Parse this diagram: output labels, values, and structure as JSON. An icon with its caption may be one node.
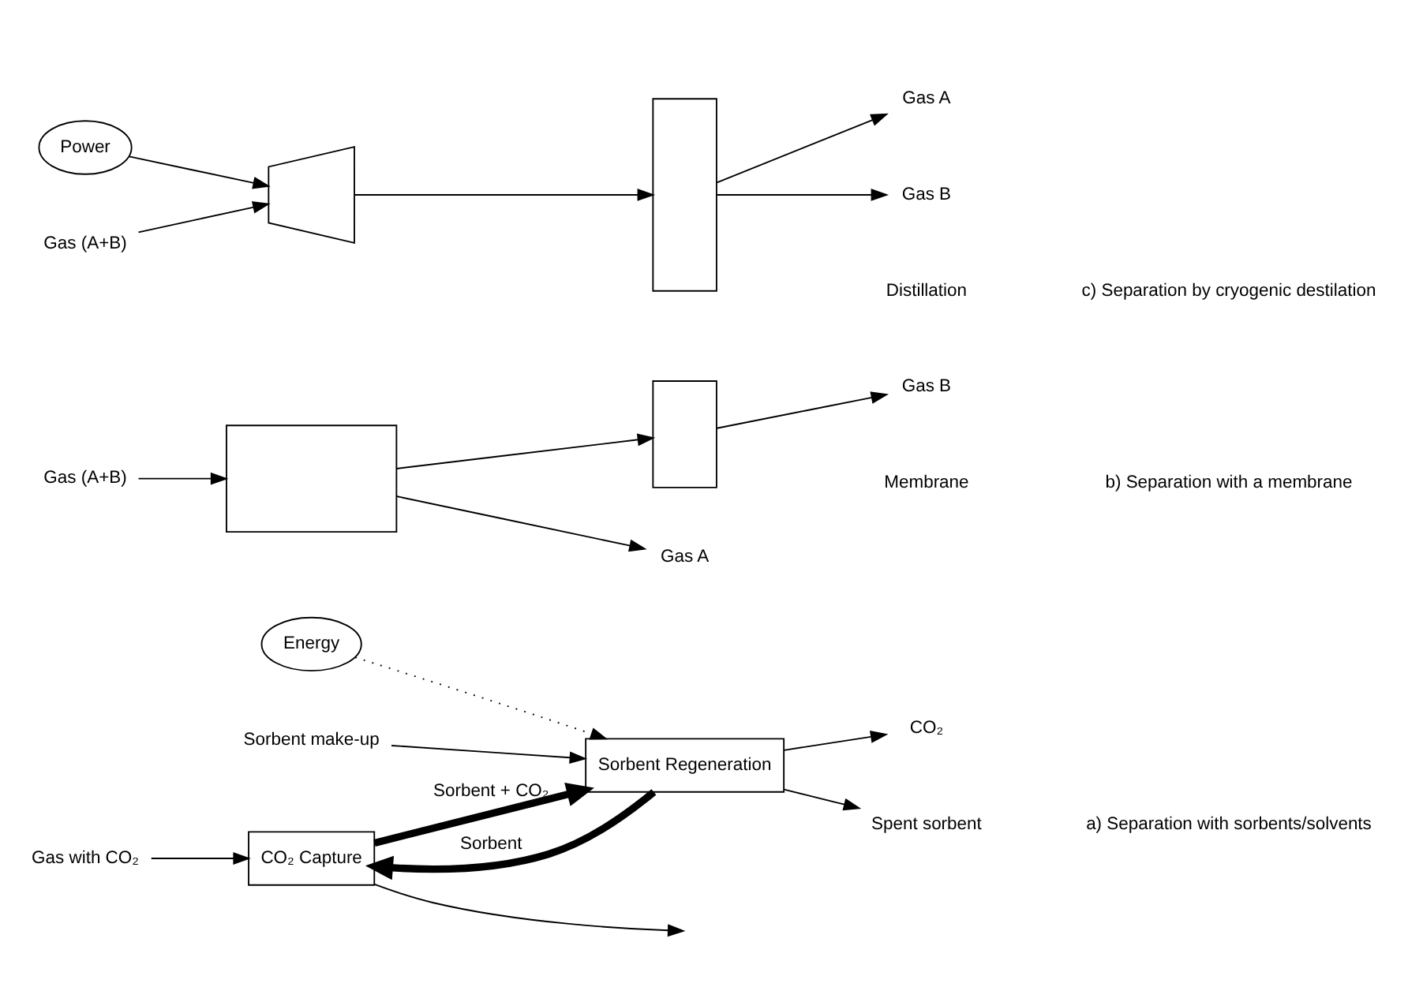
{
  "diagram": {
    "nodes": [
      {
        "text": [
          "CO₂ Capture"
        ]
      },
      {
        "text": [
          "Sorbent Regeneration"
        ]
      },
      {
        "text": [
          "Energy"
        ]
      },
      {
        "text": [
          "Gas with CO₂"
        ]
      },
      {
        "text": [
          "CO₂"
        ]
      },
      {
        "text": [
          "Sorbent make-up"
        ]
      },
      {
        "text": [
          "Spent sorbent"
        ]
      },
      {
        "text": [],
        "shape": "box"
      },
      {
        "text": [],
        "shape": "box"
      },
      {
        "text": [
          "Gas A"
        ]
      },
      {
        "text": [
          "Gas B"
        ]
      },
      {
        "text": [
          "Gas (A+B)"
        ]
      },
      {
        "text": [
          "Power"
        ]
      },
      {
        "text": [],
        "shape": "trapezium"
      },
      {
        "text": [],
        "shape": "box"
      },
      {
        "text": [
          "Gas A"
        ]
      },
      {
        "text": [
          "Gas B"
        ]
      },
      {
        "text": [
          "Gas (A+B)"
        ]
      }
    ],
    "edges": [
      {
        "from": 3,
        "to": 0,
        "arrow": "to"
      },
      {
        "from": 0,
        "to": null,
        "arrow": "to"
      },
      {
        "from": 0,
        "to": 1,
        "arrow": "to",
        "label": "Sorbent + CO₂",
        "style": "thick"
      },
      {
        "from": 1,
        "to": 0,
        "arrow": "to",
        "label": "Sorbent",
        "style": "thick"
      },
      {
        "from": 1,
        "to": 4,
        "arrow": "to"
      },
      {
        "from": 5,
        "to": 1,
        "arrow": "to"
      },
      {
        "from": 2,
        "to": 1,
        "arrow": "to",
        "style": "dashed"
      },
      {
        "from": 1,
        "to": 6,
        "arrow": "to"
      },
      {
        "from": 11,
        "to": 7,
        "arrow": "to"
      },
      {
        "from": 7,
        "to": 9,
        "arrow": "to"
      },
      {
        "from": 7,
        "to": 8,
        "arrow": "to"
      },
      {
        "from": 8,
        "to": 10,
        "arrow": "to"
      },
      {
        "from": 12,
        "to": 13,
        "arrow": "to"
      },
      {
        "from": 17,
        "to": 13,
        "arrow": "to"
      },
      {
        "from": 13,
        "to": 14,
        "arrow": "to"
      },
      {
        "from": 14,
        "to": 15,
        "arrow": "to"
      },
      {
        "from": 14,
        "to": 16,
        "arrow": "to"
      }
    ],
    "labels": [
      "a) Separation with sorbents/solvents",
      "Membrane",
      "Distillation",
      "b) Separation with a membrane",
      "c) Separation by cryogenic destilation"
    ]
  }
}
